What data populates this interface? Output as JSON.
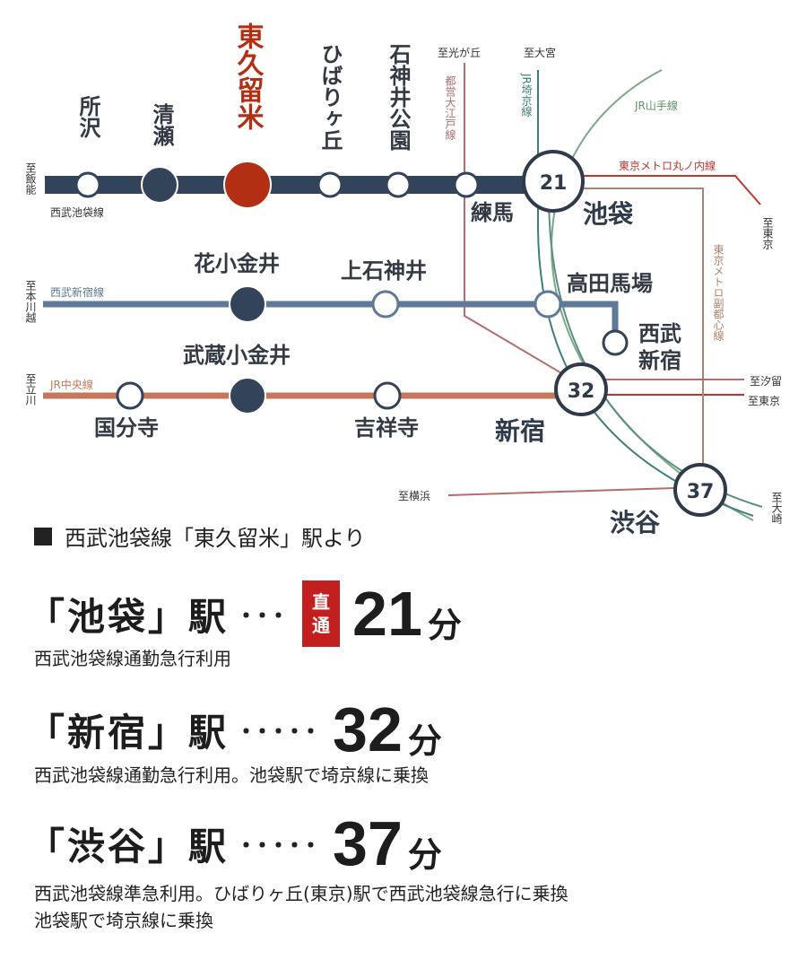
{
  "map": {
    "stations": {
      "tokorozawa": "所沢",
      "kiyose": "清瀬",
      "higashikurume": "東久留米",
      "hibarigaoka": "ひばりヶ丘",
      "shakujii_koen": "石神井公園",
      "nerima": "練馬",
      "ikebukuro": "池袋",
      "hanakoganei": "花小金井",
      "kamishakujii": "上石神井",
      "takadanobaba": "高田馬場",
      "seibu_shinjuku_line1": "西武",
      "seibu_shinjuku_line2": "新宿",
      "musashikoganei": "武蔵小金井",
      "kokubunji": "国分寺",
      "kichijoji": "吉祥寺",
      "shinjuku": "新宿",
      "shibuya": "渋谷"
    },
    "lines": {
      "seibu_ikebukuro": "西武池袋線",
      "seibu_shinjuku": "西武新宿線",
      "jr_chuo": "JR中央線",
      "jr_yamanote": "JR山手線",
      "jr_saikyo": "JR埼京線",
      "toei_oedo": "都営大江戸線",
      "marunouchi": "東京メトロ丸ノ内線",
      "fukutoshin": "東京メトロ副都心線"
    },
    "directions": {
      "to_hanno": "至飯能",
      "to_honkawagoe": "至本川越",
      "to_tachikawa": "至立川",
      "to_hikarigaoka": "至光が丘",
      "to_omiya": "至大宮",
      "to_tokyo_top": "至東京",
      "to_shiodome": "至汐留",
      "to_tokyo_mid": "至東京",
      "to_yokohama": "至横浜",
      "to_osaki": "至大崎"
    },
    "badges": {
      "ikebukuro": "21",
      "shinjuku": "32",
      "shibuya": "37"
    },
    "colors": {
      "seibu_ikebukuro": "#33435a",
      "seibu_shinjuku": "#5f7a98",
      "jr_chuo": "#c5795b",
      "yamanote": "#7aa984",
      "saikyo": "#3f7f78",
      "oedo": "#b36d6d",
      "marunouchi": "#c0352f",
      "fukutoshin": "#b0846c",
      "highlight": "#b22f13"
    }
  },
  "info": {
    "heading": "西武池袋線「東久留米」駅より",
    "routes": [
      {
        "dest": "「池袋」駅",
        "dots": "･･･",
        "badge_line1": "直",
        "badge_line2": "通",
        "minutes": "21",
        "unit": "分",
        "note1": "西武池袋線通勤急行利用",
        "note2": ""
      },
      {
        "dest": "「新宿」駅",
        "dots": "･････",
        "badge_line1": "",
        "badge_line2": "",
        "minutes": "32",
        "unit": "分",
        "note1": "西武池袋線通勤急行利用。池袋駅で埼京線に乗換",
        "note2": ""
      },
      {
        "dest": "「渋谷」駅",
        "dots": "･････",
        "badge_line1": "",
        "badge_line2": "",
        "minutes": "37",
        "unit": "分",
        "note1": "西武池袋線準急利用。ひばりヶ丘(東京)駅で西武池袋線急行に乗換",
        "note2": "池袋駅で埼京線に乗換"
      }
    ]
  }
}
